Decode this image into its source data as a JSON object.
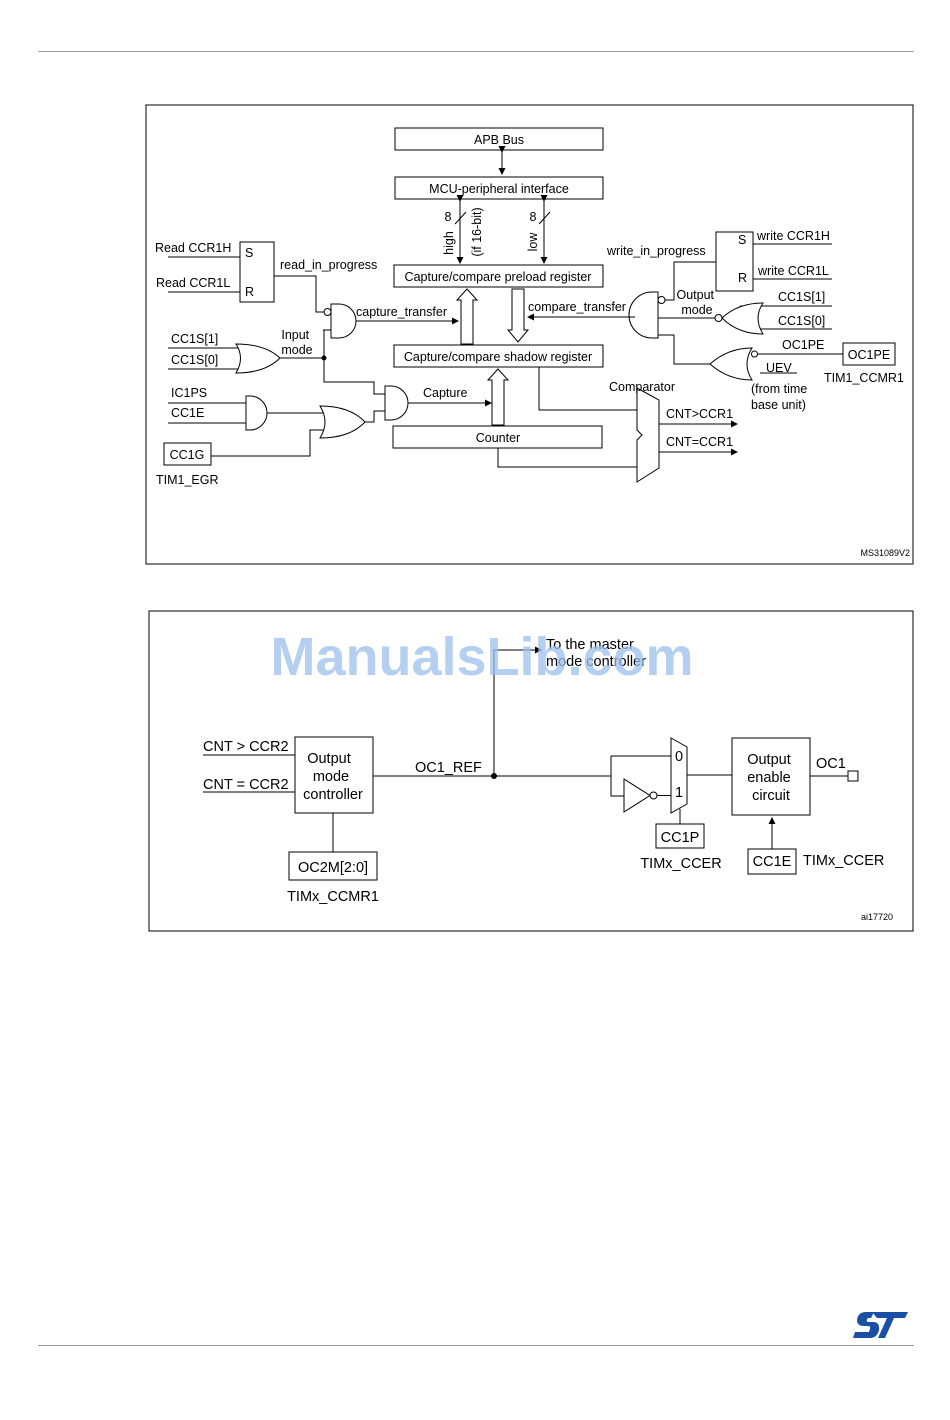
{
  "diagram1": {
    "apb_bus": "APB Bus",
    "mcu_interface": "MCU-peripheral interface",
    "bus_width_high": "8",
    "bus_width_low": "8",
    "label_high": "high",
    "label_if16": "(if 16-bit)",
    "label_low": "low",
    "preload_register": "Capture/compare preload register",
    "shadow_register": "Capture/compare shadow register",
    "counter": "Counter",
    "comparator": "Comparator",
    "read_ccr1h": "Read CCR1H",
    "read_ccr1l": "Read CCR1L",
    "sr_s": "S",
    "sr_r": "R",
    "read_in_progress": "read_in_progress",
    "capture_transfer": "capture_transfer",
    "cc1s1": "CC1S[1]",
    "cc1s0": "CC1S[0]",
    "input_mode": "Input\nmode",
    "ic1ps": "IC1PS",
    "cc1e": "CC1E",
    "cc1g": "CC1G",
    "tim1_egr": "TIM1_EGR",
    "capture": "Capture",
    "write_in_progress": "write_in_progress",
    "write_ccr1h": "write CCR1H",
    "write_ccr1l": "write CCR1L",
    "compare_transfer": "compare_transfer",
    "output_mode": "Output\nmode",
    "right_cc1s1": "CC1S[1]",
    "right_cc1s0": "CC1S[0]",
    "oc1pe_signal": "OC1PE",
    "oc1pe_box": "OC1PE",
    "tim1_ccmr1": "TIM1_CCMR1",
    "uev": "UEV",
    "from_time_base": "(from time\nbase unit)",
    "cnt_gt_ccr1": "CNT>CCR1",
    "cnt_eq_ccr1": "CNT=CCR1",
    "figure_id": "MS31089V2"
  },
  "diagram2": {
    "cnt_gt_ccr2": "CNT > CCR2",
    "cnt_eq_ccr2": "CNT = CCR2",
    "output_mode_controller": "Output\nmode\ncontroller",
    "oc2m": "OC2M[2:0]",
    "timx_ccmr1": "TIMx_CCMR1",
    "oc1_ref": "OC1_REF",
    "to_master": "To the master\nmode controller",
    "mux_0": "0",
    "mux_1": "1",
    "cc1p": "CC1P",
    "timx_ccer_1": "TIMx_CCER",
    "output_enable": "Output\nenable\ncircuit",
    "oc1": "OC1",
    "cc1e": "CC1E",
    "timx_ccer_2": "TIMx_CCER",
    "figure_id": "ai17720"
  },
  "watermark": "ManualsLib.com",
  "brand_logo": "ST"
}
